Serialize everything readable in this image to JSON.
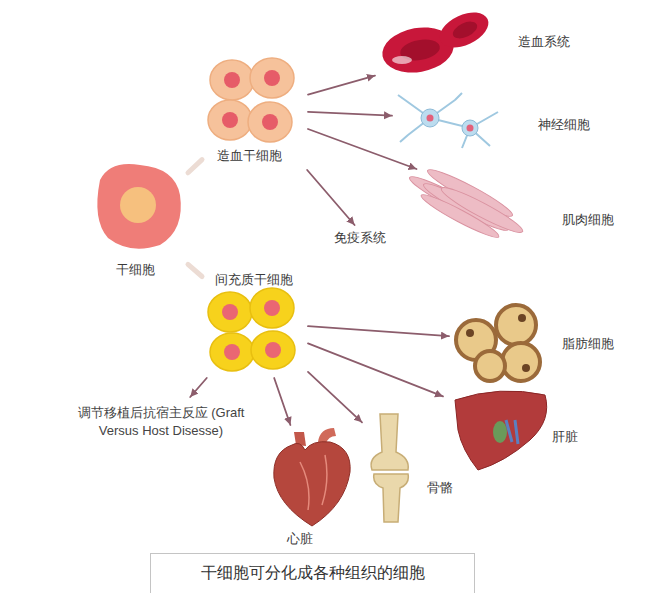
{
  "diagram": {
    "caption": "干细胞可分化成各种组织的细胞",
    "nodes": [
      {
        "text": [
          "干细胞"
        ]
      },
      {
        "text": [
          "造血干细胞"
        ]
      },
      {
        "text": [
          "造血系统"
        ]
      },
      {
        "text": [
          "神经细胞"
        ]
      },
      {
        "text": [
          "肌肉细胞"
        ]
      },
      {
        "text": [
          "免疫系统"
        ]
      },
      {
        "text": [
          "间充质干细胞"
        ]
      },
      {
        "text": [
          "脂肪细胞"
        ]
      },
      {
        "text": [
          "肝脏"
        ]
      },
      {
        "text": [
          "调节移植后抗宿主反应 (Graft Versus Host Disesse)"
        ]
      },
      {
        "text": [
          "心脏"
        ]
      },
      {
        "text": [
          "骨骼"
        ]
      }
    ],
    "edges": [
      {
        "from": 0,
        "to": 1,
        "arrow": "none"
      },
      {
        "from": 0,
        "to": 6,
        "arrow": "none"
      },
      {
        "from": 1,
        "to": 2,
        "arrow": "to"
      },
      {
        "from": 1,
        "to": 3,
        "arrow": "to"
      },
      {
        "from": 1,
        "to": 4,
        "arrow": "to"
      },
      {
        "from": 1,
        "to": 5,
        "arrow": "to"
      },
      {
        "from": 6,
        "to": 7,
        "arrow": "to"
      },
      {
        "from": 6,
        "to": 8,
        "arrow": "to"
      },
      {
        "from": 6,
        "to": 9,
        "arrow": "to"
      },
      {
        "from": 6,
        "to": 10,
        "arrow": "to"
      },
      {
        "from": 6,
        "to": 11,
        "arrow": "to"
      }
    ]
  }
}
